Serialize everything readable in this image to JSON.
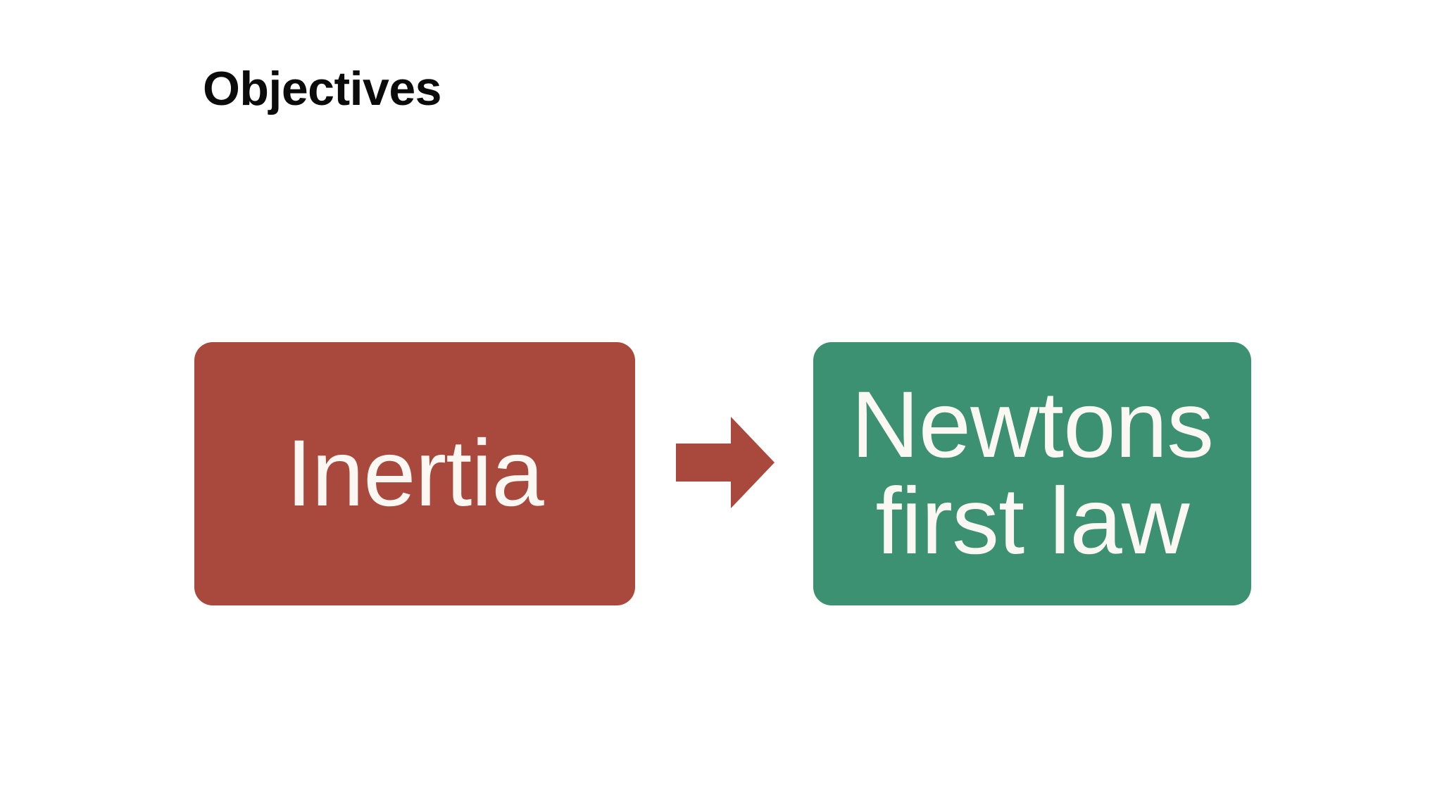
{
  "slide": {
    "title": "Objectives",
    "background_color": "#ffffff"
  },
  "diagram": {
    "type": "flow",
    "nodes": [
      {
        "id": "inertia",
        "label": "Inertia",
        "shape": "rounded-rectangle",
        "fill_color": "#a9483c",
        "text_color": "#fbf8f4"
      },
      {
        "id": "newtons-first-law",
        "label": "Newtons\nfirst law",
        "shape": "rounded-rectangle",
        "fill_color": "#3c9173",
        "text_color": "#fbf8f4"
      }
    ],
    "connectors": [
      {
        "id": "inertia-to-newtons-first-law",
        "icon": "arrow-right-block-icon",
        "from": "inertia",
        "to": "newtons-first-law",
        "color": "#a9483c"
      }
    ]
  }
}
